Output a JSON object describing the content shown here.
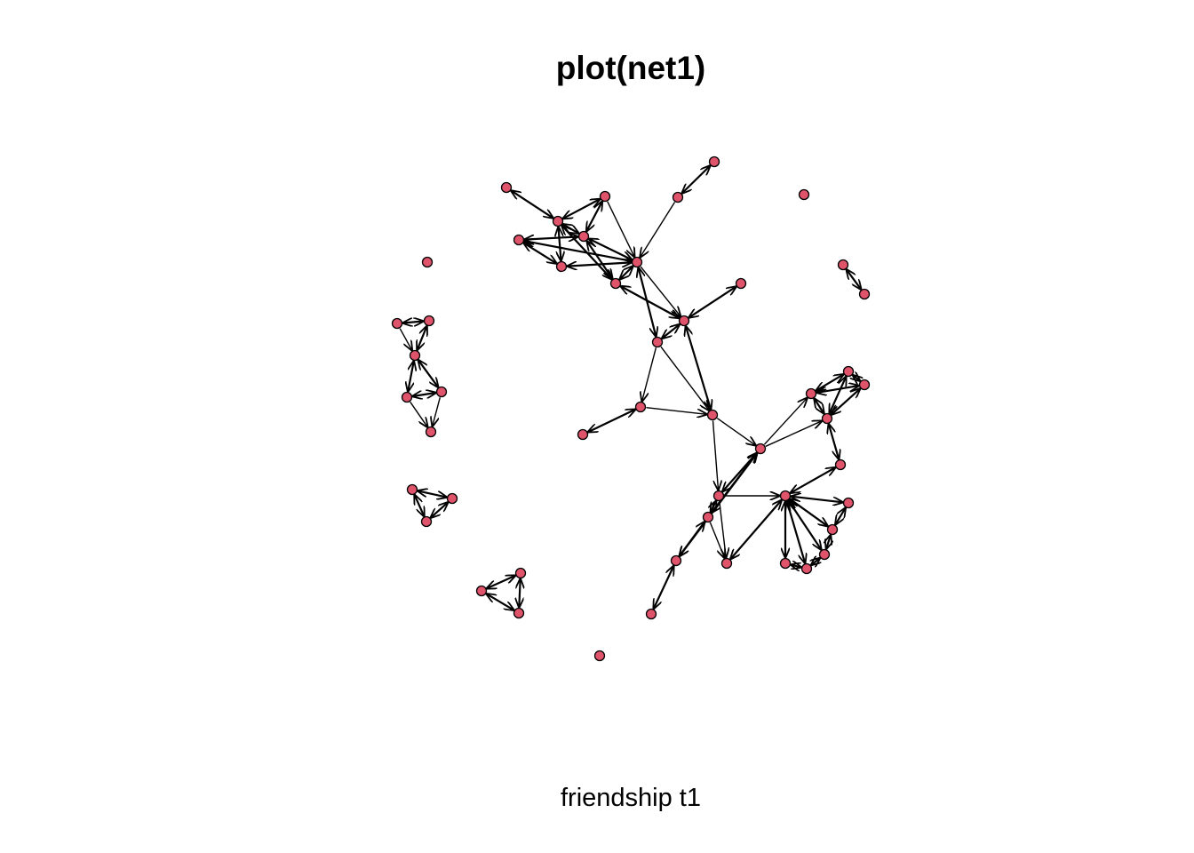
{
  "title": "plot(net1)",
  "caption": "friendship t1",
  "colors": {
    "node_fill": "#DF536B",
    "node_stroke": "#000000",
    "edge": "#000000",
    "background": "#FFFFFF"
  },
  "nodes": [
    "n1",
    "n2",
    "n3",
    "n4",
    "n5",
    "n6",
    "n7",
    "n8",
    "n9",
    "n10",
    "n11",
    "n12",
    "n13",
    "n14",
    "n15",
    "n16",
    "n17",
    "n18",
    "n19",
    "n20",
    "n21",
    "n22",
    "n23",
    "n24",
    "n25",
    "n26",
    "n27",
    "n28",
    "n29",
    "n30",
    "n31",
    "n32",
    "n33",
    "n34",
    "n35",
    "n36",
    "n37",
    "n38",
    "n39",
    "n40",
    "n41",
    "n42",
    "n43",
    "n44",
    "n45",
    "n46",
    "n47",
    "n48",
    "n49",
    "n50",
    "n51",
    "n52",
    "n53",
    "n54",
    "n55",
    "n56",
    "n57",
    "n58",
    "n59",
    "n60",
    "n61",
    "n62",
    "n63",
    "n64",
    "n65",
    "n66",
    "n67",
    "n68"
  ],
  "edges": [
    {
      "from": "n1",
      "to": "n2",
      "mutual": true
    },
    {
      "from": "n3",
      "to": "n2",
      "mutual": true
    },
    {
      "from": "n2",
      "to": "n4",
      "mutual": true
    },
    {
      "from": "n4",
      "to": "n6",
      "mutual": true
    },
    {
      "from": "n3",
      "to": "n6",
      "mutual": true
    },
    {
      "from": "n4",
      "to": "n5",
      "mutual": true
    },
    {
      "from": "n5",
      "to": "n7",
      "mutual": true
    },
    {
      "from": "n7",
      "to": "n4",
      "mutual": false
    },
    {
      "from": "n6",
      "to": "n7",
      "mutual": true
    },
    {
      "from": "n2",
      "to": "n6",
      "mutual": true
    },
    {
      "from": "n6",
      "to": "n8",
      "mutual": true
    },
    {
      "from": "n4",
      "to": "n8",
      "mutual": false
    },
    {
      "from": "n2",
      "to": "n8",
      "mutual": false
    },
    {
      "from": "n3",
      "to": "n7",
      "mutual": false
    },
    {
      "from": "n6",
      "to": "n3",
      "mutual": false
    },
    {
      "from": "n3",
      "to": "n8",
      "mutual": false
    },
    {
      "from": "n9",
      "to": "n7",
      "mutual": false
    },
    {
      "from": "n10",
      "to": "n11",
      "mutual": true
    },
    {
      "from": "n11",
      "to": "n7",
      "mutual": false
    },
    {
      "from": "n8",
      "to": "n12",
      "mutual": true
    },
    {
      "from": "n7",
      "to": "n13",
      "mutual": true
    },
    {
      "from": "n7",
      "to": "n14",
      "mutual": false
    },
    {
      "from": "n14",
      "to": "n15",
      "mutual": true
    },
    {
      "from": "n13",
      "to": "n14",
      "mutual": true
    },
    {
      "from": "n13",
      "to": "n16",
      "mutual": true
    },
    {
      "from": "n12",
      "to": "n13",
      "mutual": false
    },
    {
      "from": "n14",
      "to": "n17",
      "mutual": false
    },
    {
      "from": "n17",
      "to": "n16",
      "mutual": false
    },
    {
      "from": "n18",
      "to": "n17",
      "mutual": true
    },
    {
      "from": "n12",
      "to": "n16",
      "mutual": false
    },
    {
      "from": "n16",
      "to": "n19",
      "mutual": false
    },
    {
      "from": "n16",
      "to": "n20",
      "mutual": false
    },
    {
      "from": "n19",
      "to": "n21",
      "mutual": true
    },
    {
      "from": "n19",
      "to": "n20",
      "mutual": false
    },
    {
      "from": "n20",
      "to": "n22",
      "mutual": true
    },
    {
      "from": "n20",
      "to": "n23",
      "mutual": true
    },
    {
      "from": "n24",
      "to": "n23",
      "mutual": true
    },
    {
      "from": "n25",
      "to": "n23",
      "mutual": false
    },
    {
      "from": "n26",
      "to": "n25",
      "mutual": true
    },
    {
      "from": "n26",
      "to": "n27",
      "mutual": true
    },
    {
      "from": "n27",
      "to": "n25",
      "mutual": true
    },
    {
      "from": "n27",
      "to": "n28",
      "mutual": true
    },
    {
      "from": "n28",
      "to": "n25",
      "mutual": true
    },
    {
      "from": "n28",
      "to": "n29",
      "mutual": true
    },
    {
      "from": "n29",
      "to": "n30",
      "mutual": true
    },
    {
      "from": "n23",
      "to": "n30",
      "mutual": false
    },
    {
      "from": "n30",
      "to": "n31",
      "mutual": true
    },
    {
      "from": "n30",
      "to": "n32",
      "mutual": true
    },
    {
      "from": "n30",
      "to": "n33",
      "mutual": true
    },
    {
      "from": "n30",
      "to": "n34",
      "mutual": true
    },
    {
      "from": "n30",
      "to": "n35",
      "mutual": true
    },
    {
      "from": "n32",
      "to": "n34",
      "mutual": true
    },
    {
      "from": "n33",
      "to": "n35",
      "mutual": true
    },
    {
      "from": "n31",
      "to": "n33",
      "mutual": true
    },
    {
      "from": "n36",
      "to": "n35",
      "mutual": true
    },
    {
      "from": "n36",
      "to": "n30",
      "mutual": false
    },
    {
      "from": "n20",
      "to": "n36",
      "mutual": true
    },
    {
      "from": "n23",
      "to": "n36",
      "mutual": false
    },
    {
      "from": "n20",
      "to": "n37",
      "mutual": false
    },
    {
      "from": "n37",
      "to": "n36",
      "mutual": true
    },
    {
      "from": "n37",
      "to": "n38",
      "mutual": true
    },
    {
      "from": "n38",
      "to": "n23",
      "mutual": false
    },
    {
      "from": "n38",
      "to": "n39",
      "mutual": true
    },
    {
      "from": "n40",
      "to": "n41",
      "mutual": true
    },
    {
      "from": "n42",
      "to": "n43",
      "mutual": true
    },
    {
      "from": "n43",
      "to": "n42",
      "mutual": false
    },
    {
      "from": "n44",
      "to": "n45",
      "mutual": true
    },
    {
      "from": "n44",
      "to": "n46",
      "mutual": false
    },
    {
      "from": "n45",
      "to": "n46",
      "mutual": true
    },
    {
      "from": "n46",
      "to": "n47",
      "mutual": true
    },
    {
      "from": "n46",
      "to": "n48",
      "mutual": true
    },
    {
      "from": "n47",
      "to": "n48",
      "mutual": true
    },
    {
      "from": "n48",
      "to": "n49",
      "mutual": false
    },
    {
      "from": "n47",
      "to": "n49",
      "mutual": false
    },
    {
      "from": "n50",
      "to": "n51",
      "mutual": true
    },
    {
      "from": "n50",
      "to": "n52",
      "mutual": true
    },
    {
      "from": "n52",
      "to": "n51",
      "mutual": true
    },
    {
      "from": "n53",
      "to": "n54",
      "mutual": true
    },
    {
      "from": "n53",
      "to": "n55",
      "mutual": true
    },
    {
      "from": "n54",
      "to": "n55",
      "mutual": true
    },
    {
      "from": "n57",
      "to": "n58",
      "mutual": true
    },
    {
      "from": "n59",
      "to": "n58",
      "mutual": false
    },
    {
      "from": "n58",
      "to": "n7",
      "mutual": false
    },
    {
      "from": "n60",
      "to": "n59",
      "mutual": true
    }
  ]
}
